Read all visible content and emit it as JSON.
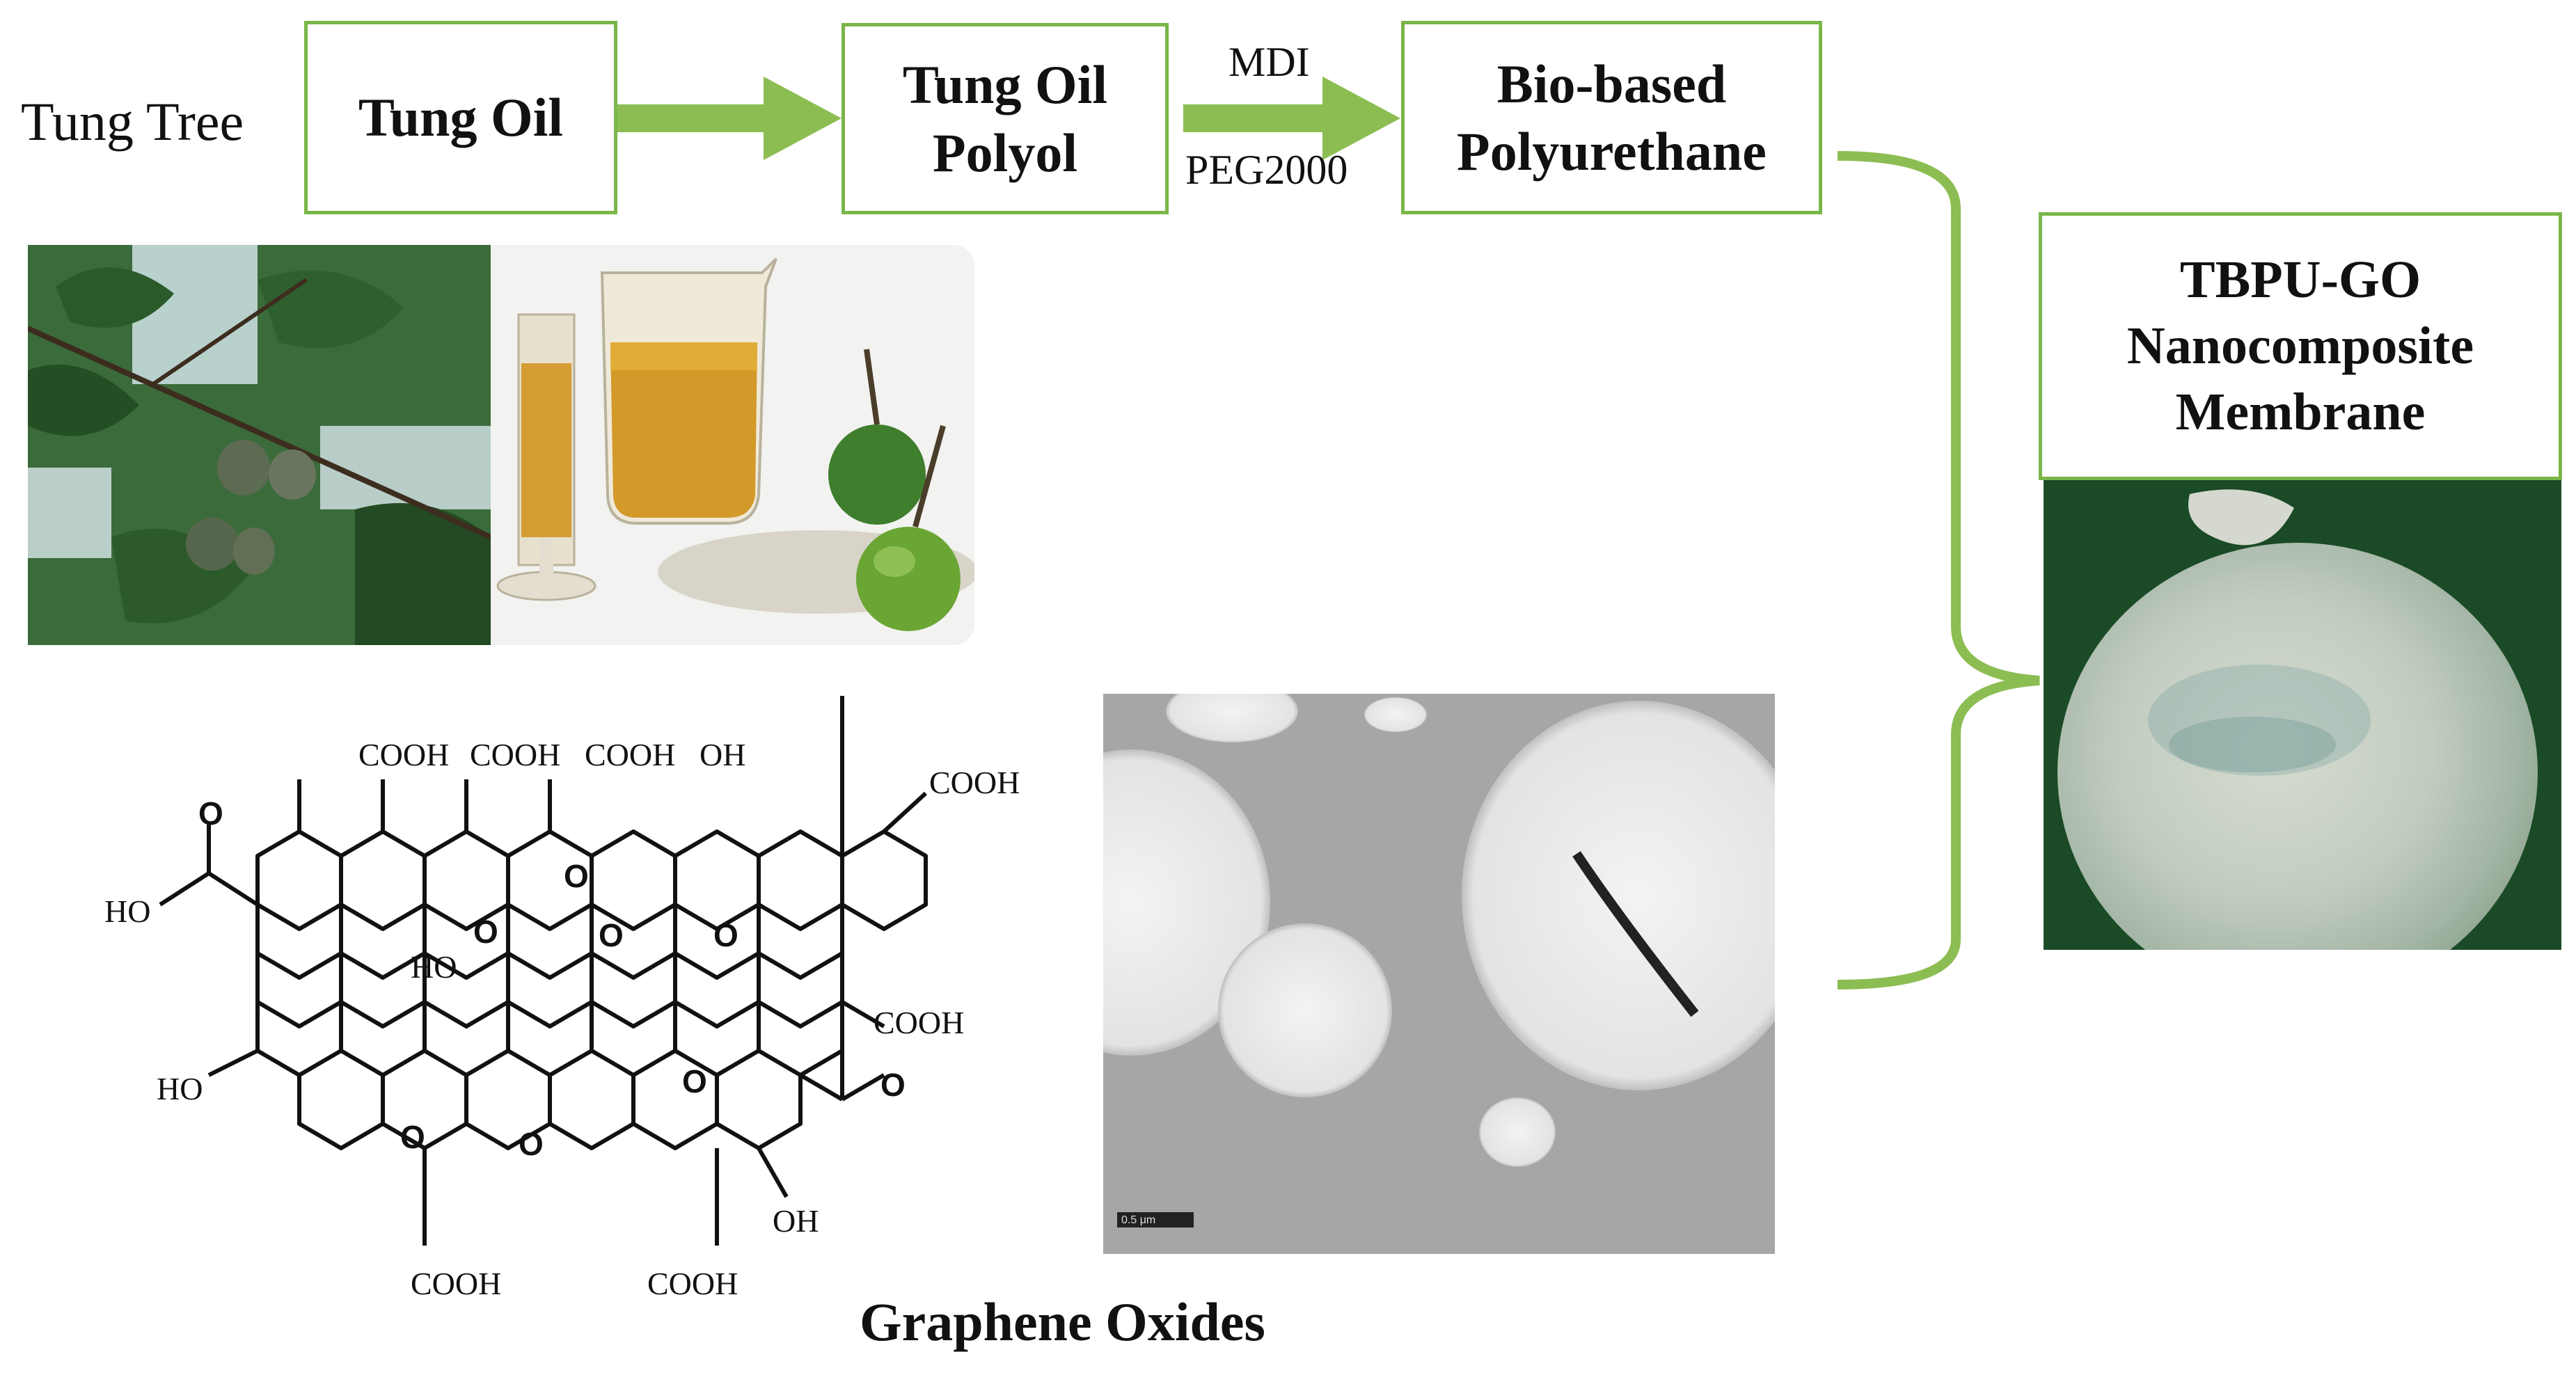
{
  "flow": {
    "source_label": "Tung Tree",
    "step1": "Tung Oil",
    "step2_line1": "Tung Oil",
    "step2_line2": "Polyol",
    "reagent_top": "MDI",
    "reagent_bottom": "PEG2000",
    "step3_line1": "Bio-based",
    "step3_line2": "Polyurethane",
    "product_line1": "TBPU-GO",
    "product_line2": "Nanocomposite",
    "product_line3": "Membrane"
  },
  "molecule": {
    "caption": "Graphene Oxides",
    "groups": {
      "cooh": "COOH",
      "oh": "OH",
      "ho": "HO",
      "o": "O"
    },
    "top_labels": [
      "COOH",
      "COOH",
      "COOH",
      "OH"
    ]
  },
  "tem": {
    "scale_bar": "0.5 μm"
  },
  "colors": {
    "accent": "#7ab648",
    "arrow": "#8cbd52"
  }
}
